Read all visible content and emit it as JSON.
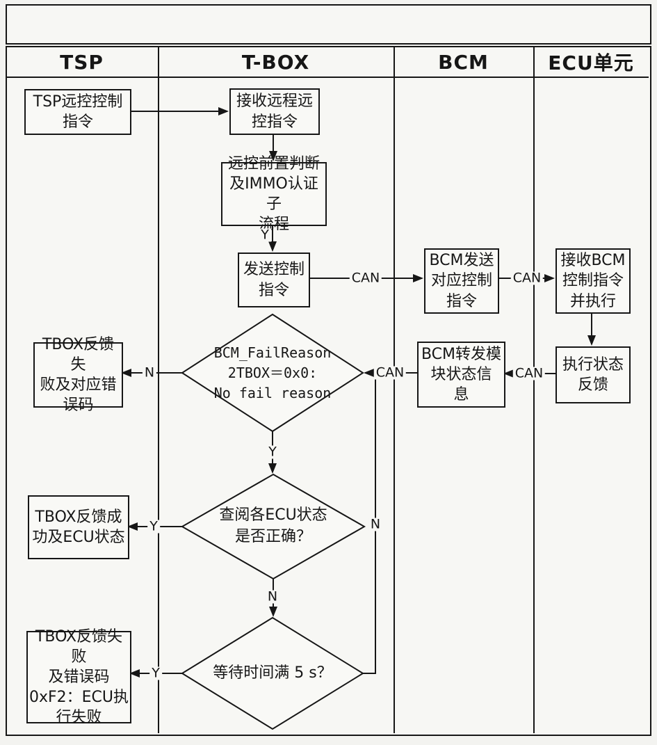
{
  "lanes": {
    "tsp": "TSP",
    "tbox": "T-BOX",
    "bcm": "BCM",
    "ecu": "ECU单元"
  },
  "nodes": {
    "tsp_remote_cmd": "TSP远控控制\n指令",
    "receive_remote_cmd": "接收远程远\n控指令",
    "precheck_immo": "远控前置判断\n及IMMO认证子\n流程",
    "send_control_cmd": "发送控制\n指令",
    "bcm_send_cmd": "BCM发送\n对应控制\n指令",
    "ecu_receive_execute": "接收BCM\n控制指令\n并执行",
    "ecu_exec_feedback": "执行状态\n反馈",
    "bcm_forward_status": "BCM转发模\n块状态信\n息",
    "decision_fail_reason": "BCM_FailReason\n2TBOX＝0x0:\nNo fail reason",
    "tbox_fail_errcode": "TBOX反馈失\n败及对应错\n误码",
    "decision_ecu_status": "查阅各ECU状态\n是否正确？",
    "tbox_success_status": "TBOX反馈成\n功及ECU状态",
    "decision_wait_5s": "等待时间满 5 s？",
    "tbox_fail_0xf2": "TBOX反馈失败\n及错误码\n0xF2：ECU执\n行失败"
  },
  "edge_labels": {
    "precheck_yes": "Y",
    "can_tbox_to_bcm": "CAN",
    "can_bcm_to_ecu": "CAN",
    "can_ecu_to_bcm": "CAN",
    "can_bcm_to_tbox": "CAN",
    "fail_reason_no": "N",
    "fail_reason_yes": "Y",
    "ecu_status_yes": "Y",
    "ecu_status_no": "N",
    "wait_yes": "Y",
    "wait_no": "N"
  },
  "colors": {
    "ink": "#161616",
    "paper": "#f3f3f0"
  }
}
